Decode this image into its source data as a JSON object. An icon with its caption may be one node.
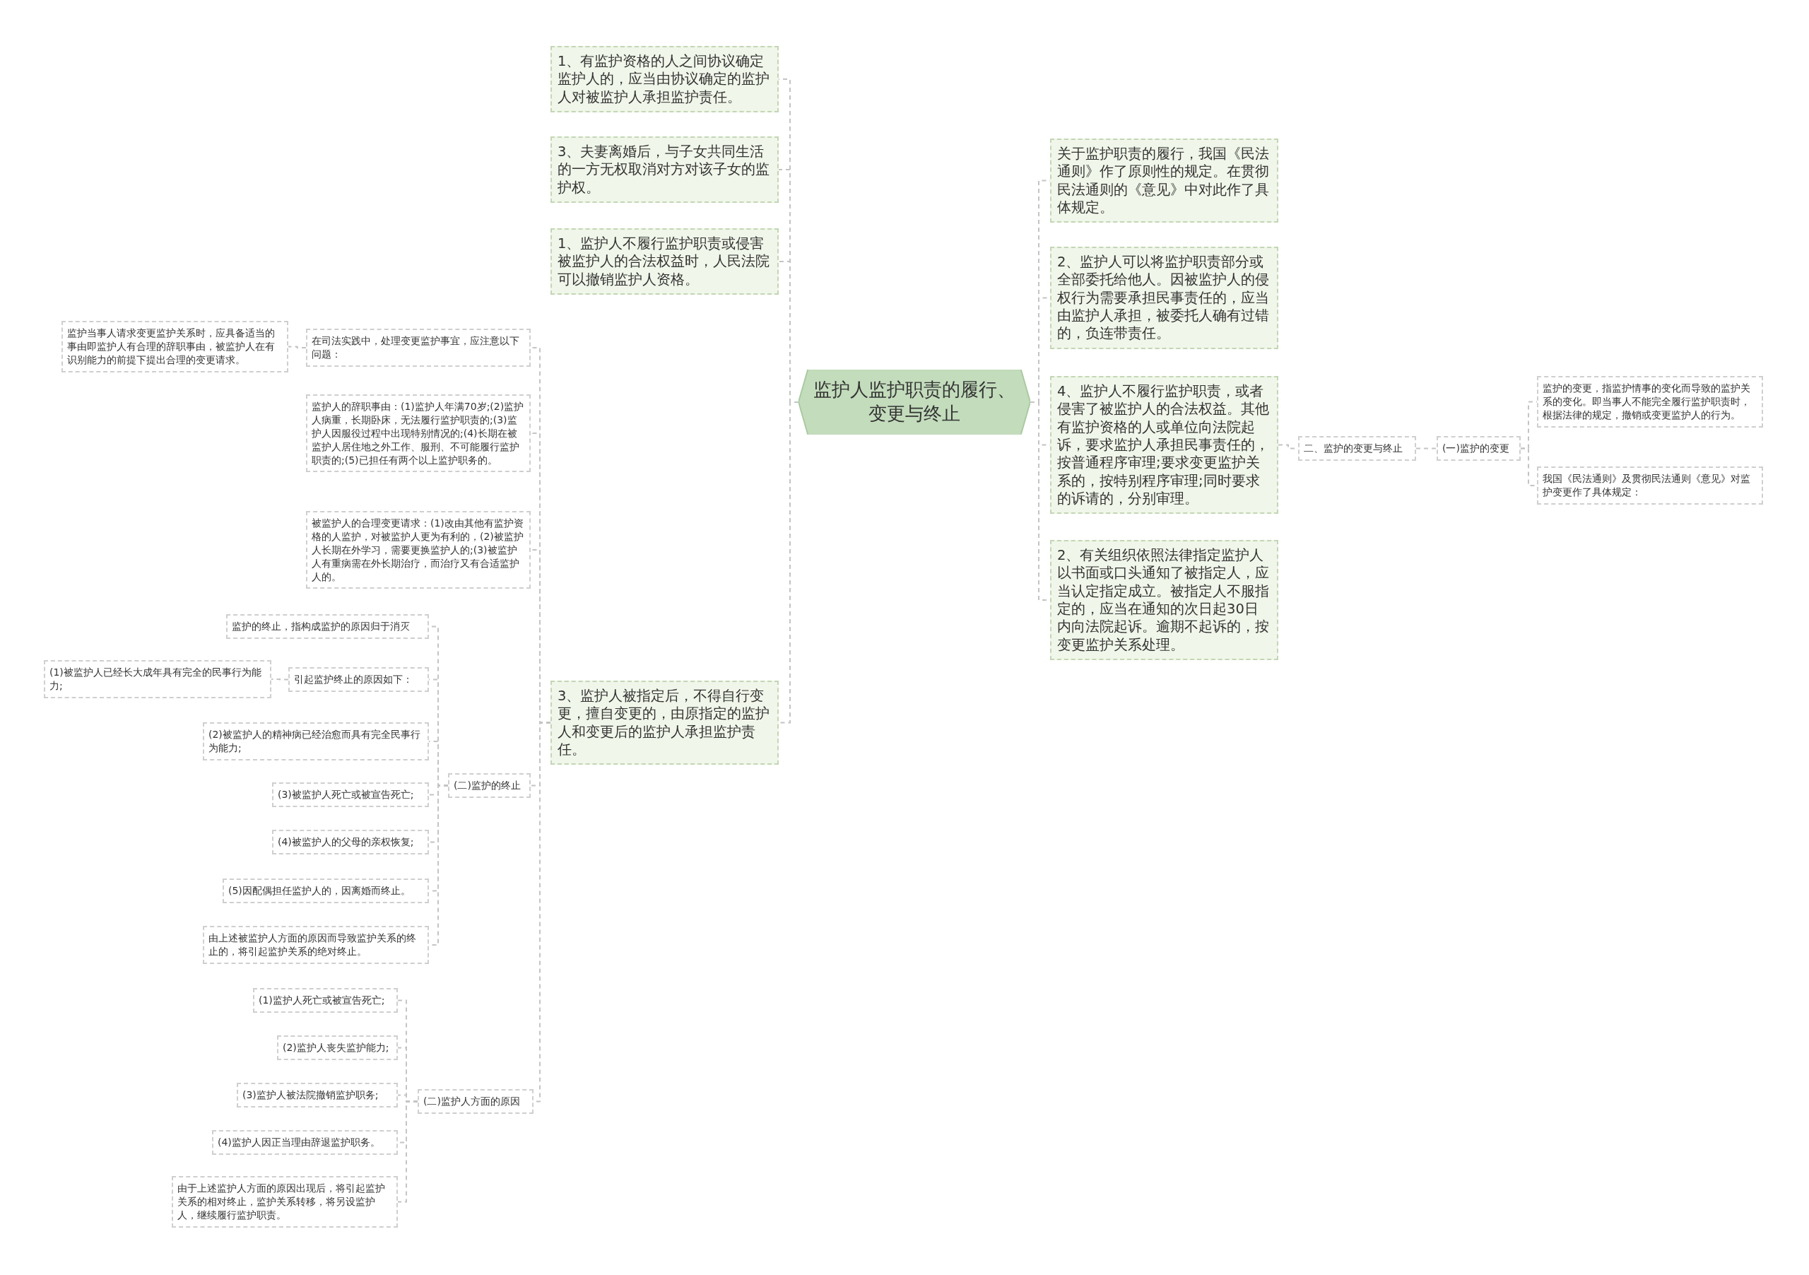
{
  "diagram": {
    "nodes": [
      {
        "text": [
          "监护人监护职责的履行、变更与终止"
        ]
      },
      {
        "text": [
          "1、有监护资格的人之间协议确定监护人的，应当由协议确定的监护人对被监护人承担监护责任。"
        ]
      },
      {
        "text": [
          "3、夫妻离婚后，与子女共同生活的一方无权取消对方对该子女的监护权。"
        ]
      },
      {
        "text": [
          "1、监护人不履行监护职责或侵害被监护人的合法权益时，人民法院可以撤销监护人资格。"
        ]
      },
      {
        "text": [
          "在司法实践中，处理变更监护事宜，应注意以下问题："
        ]
      },
      {
        "text": [
          "监护当事人请求变更监护关系时，应具备适当的事由即监护人有合理的辞职事由，被监护人在有识别能力的前提下提出合理的变更请求。"
        ]
      },
      {
        "text": [
          "监护人的辞职事由：(1)监护人年满70岁;(2)监护人病重，长期卧床，无法履行监护职责的;(3)监护人因服役过程中出现特别情况的;(4)长期在被监护人居住地之外工作、服刑、不可能履行监护职责的;(5)已担任有两个以上监护职务的。"
        ]
      },
      {
        "text": [
          "被监护人的合理变更请求：(1)改由其他有监护资格的人监护，对被监护人更为有利的，(2)被监护人长期在外学习，需要更换监护人的;(3)被监护人有重病需在外长期治疗，而治疗又有合适监护人的。"
        ]
      },
      {
        "text": [
          "监护的终止，指构成监护的原因归于消灭"
        ]
      },
      {
        "text": [
          "(1)被监护人已经长大成年具有完全的民事行为能力;"
        ]
      },
      {
        "text": [
          "引起监护终止的原因如下："
        ]
      },
      {
        "text": [
          "(2)被监护人的精神病已经治愈而具有完全民事行为能力;"
        ]
      },
      {
        "text": [
          "(3)被监护人死亡或被宣告死亡;"
        ]
      },
      {
        "text": [
          "(4)被监护人的父母的亲权恢复;"
        ]
      },
      {
        "text": [
          "(5)因配偶担任监护人的，因离婚而终止。"
        ]
      },
      {
        "text": [
          "由上述被监护人方面的原因而导致监护关系的终止的，将引起监护关系的绝对终止。"
        ]
      },
      {
        "text": [
          "(二)监护的终止"
        ]
      },
      {
        "text": [
          "3、监护人被指定后，不得自行变更，擅自变更的，由原指定的监护人和变更后的监护人承担监护责任。"
        ]
      },
      {
        "text": [
          "(1)监护人死亡或被宣告死亡;"
        ]
      },
      {
        "text": [
          "(2)监护人丧失监护能力;"
        ]
      },
      {
        "text": [
          "(3)监护人被法院撤销监护职务;"
        ]
      },
      {
        "text": [
          "(4)监护人因正当理由辞退监护职务。"
        ]
      },
      {
        "text": [
          "由于上述监护人方面的原因出现后，将引起监护关系的相对终止，监护关系转移，将另设监护人，继续履行监护职责。"
        ]
      },
      {
        "text": [
          "(二)监护人方面的原因"
        ]
      },
      {
        "text": [
          "关于监护职责的履行，我国《民法通则》作了原则性的规定。在贯彻民法通则的《意见》中对此作了具体规定。"
        ]
      },
      {
        "text": [
          "2、监护人可以将监护职责部分或全部委托给他人。因被监护人的侵权行为需要承担民事责任的，应当由监护人承担，被委托人确有过错的，负连带责任。"
        ]
      },
      {
        "text": [
          "4、监护人不履行监护职责，或者侵害了被监护人的合法权益。其他有监护资格的人或单位向法院起诉，要求监护人承担民事责任的，按普通程序审理;要求变更监护关系的，按特别程序审理;同时要求的诉请的，分别审理。"
        ]
      },
      {
        "text": [
          "2、有关组织依照法律指定监护人以书面或口头通知了被指定人，应当认定指定成立。被指定人不服指定的，应当在通知的次日起30日内向法院起诉。逾期不起诉的，按变更监护关系处理。"
        ]
      },
      {
        "text": [
          "二、监护的变更与终止"
        ]
      },
      {
        "text": [
          "(一)监护的变更"
        ]
      },
      {
        "text": [
          "监护的变更，指监护情事的变化而导致的监护关系的变化。即当事人不能完全履行监护职责时，根据法律的规定，撤销或变更监护人的行为。"
        ]
      },
      {
        "text": [
          "我国《民法通则》及贯彻民法通则《意见》对监护变更作了具体规定："
        ]
      }
    ],
    "edges": [
      {
        "from": 0,
        "to": 1,
        "arrow": "none"
      },
      {
        "from": 0,
        "to": 2,
        "arrow": "none"
      },
      {
        "from": 0,
        "to": 3,
        "arrow": "none"
      },
      {
        "from": 0,
        "to": 17,
        "arrow": "none"
      },
      {
        "from": 17,
        "to": 4,
        "arrow": "none"
      },
      {
        "from": 4,
        "to": 5,
        "arrow": "none"
      },
      {
        "from": 17,
        "to": 6,
        "arrow": "none"
      },
      {
        "from": 17,
        "to": 7,
        "arrow": "none"
      },
      {
        "from": 17,
        "to": 16,
        "arrow": "none"
      },
      {
        "from": 16,
        "to": 8,
        "arrow": "none"
      },
      {
        "from": 16,
        "to": 10,
        "arrow": "none"
      },
      {
        "from": 10,
        "to": 9,
        "arrow": "none"
      },
      {
        "from": 16,
        "to": 11,
        "arrow": "none"
      },
      {
        "from": 16,
        "to": 12,
        "arrow": "none"
      },
      {
        "from": 16,
        "to": 13,
        "arrow": "none"
      },
      {
        "from": 16,
        "to": 14,
        "arrow": "none"
      },
      {
        "from": 16,
        "to": 15,
        "arrow": "none"
      },
      {
        "from": 17,
        "to": 23,
        "arrow": "none"
      },
      {
        "from": 23,
        "to": 18,
        "arrow": "none"
      },
      {
        "from": 23,
        "to": 19,
        "arrow": "none"
      },
      {
        "from": 23,
        "to": 20,
        "arrow": "none"
      },
      {
        "from": 23,
        "to": 21,
        "arrow": "none"
      },
      {
        "from": 23,
        "to": 22,
        "arrow": "none"
      },
      {
        "from": 0,
        "to": 24,
        "arrow": "none"
      },
      {
        "from": 0,
        "to": 25,
        "arrow": "none"
      },
      {
        "from": 0,
        "to": 26,
        "arrow": "none"
      },
      {
        "from": 0,
        "to": 27,
        "arrow": "none"
      },
      {
        "from": 26,
        "to": 28,
        "arrow": "none"
      },
      {
        "from": 28,
        "to": 29,
        "arrow": "none"
      },
      {
        "from": 29,
        "to": 30,
        "arrow": "none"
      },
      {
        "from": 29,
        "to": 31,
        "arrow": "none"
      }
    ]
  }
}
